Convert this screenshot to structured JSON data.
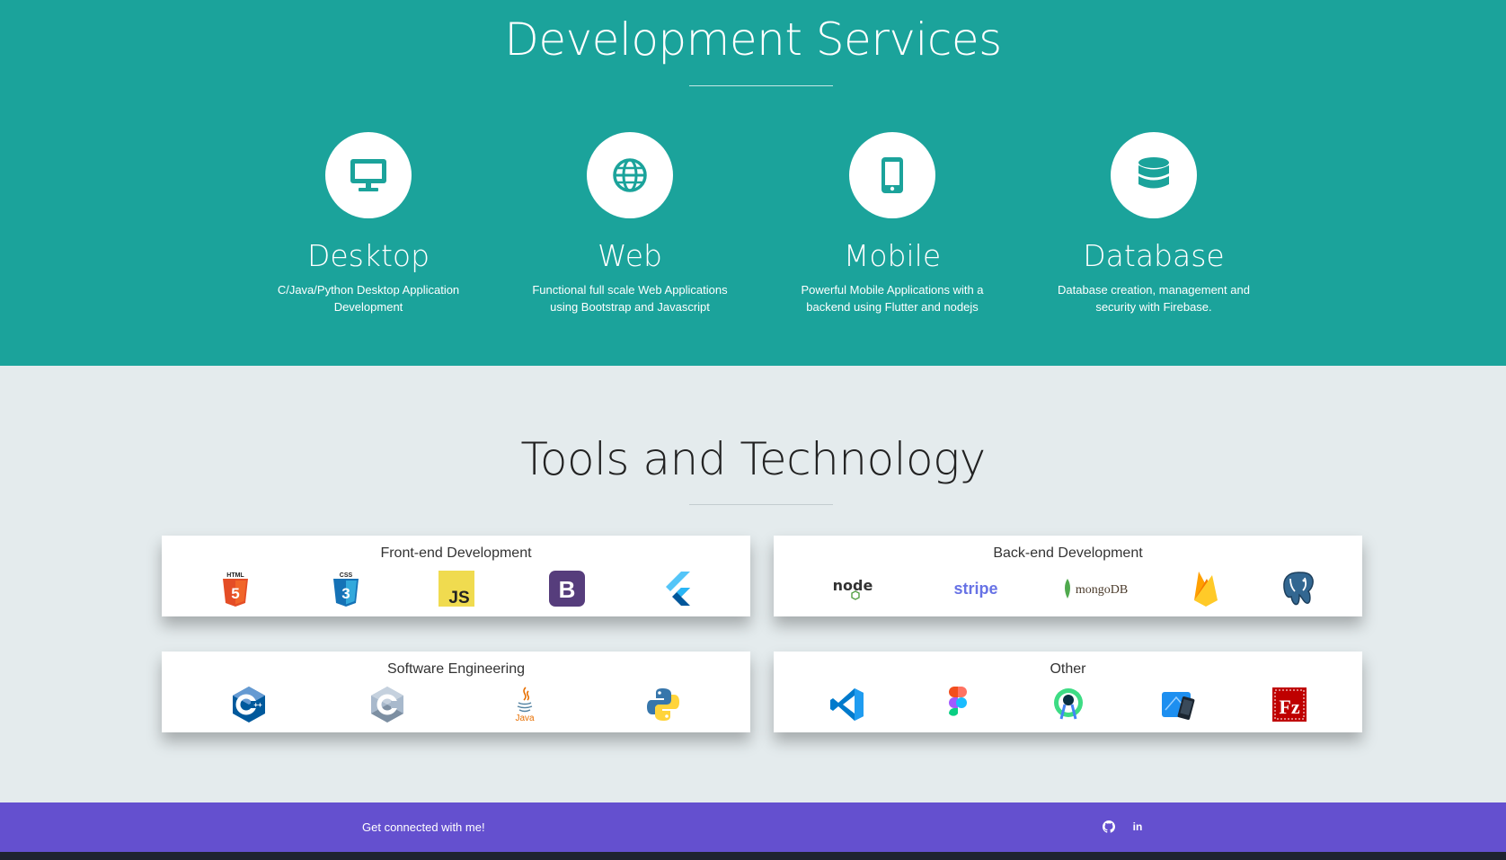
{
  "services": {
    "title": "Development Services",
    "items": [
      {
        "icon": "desktop-icon",
        "name": "Desktop",
        "desc": "C/Java/Python Desktop Application Development"
      },
      {
        "icon": "globe-icon",
        "name": "Web",
        "desc": "Functional full scale Web Applications using Bootstrap and Javascript"
      },
      {
        "icon": "mobile-icon",
        "name": "Mobile",
        "desc": "Powerful Mobile Applications with a backend using Flutter and nodejs"
      },
      {
        "icon": "database-icon",
        "name": "Database",
        "desc": "Database creation, management and security with Firebase."
      }
    ]
  },
  "tools": {
    "title": "Tools and Technology",
    "frontend": {
      "title": "Front-end Development",
      "logos": [
        "html5-icon",
        "css3-icon",
        "javascript-icon",
        "bootstrap-icon",
        "flutter-icon"
      ]
    },
    "backend": {
      "title": "Back-end Development",
      "logos": [
        "nodejs-icon",
        "stripe-icon",
        "mongodb-icon",
        "firebase-icon",
        "postgresql-icon"
      ],
      "node_text": "node",
      "stripe_text": "stripe",
      "mongo_text": "mongoDB"
    },
    "software": {
      "title": "Software Engineering",
      "logos": [
        "cpp-icon",
        "c-icon",
        "java-icon",
        "python-icon"
      ],
      "java_text": "Java"
    },
    "other": {
      "title": "Other",
      "logos": [
        "vscode-icon",
        "figma-icon",
        "android-studio-icon",
        "xcode-simulator-icon",
        "filezilla-icon"
      ]
    }
  },
  "footer": {
    "connect": "Get connected with me!",
    "social": [
      "github-icon",
      "linkedin-icon"
    ],
    "linkedin_text": "in"
  },
  "colors": {
    "teal": "#1ba39b",
    "footer": "#6450cf",
    "background": "#e4ebed"
  }
}
